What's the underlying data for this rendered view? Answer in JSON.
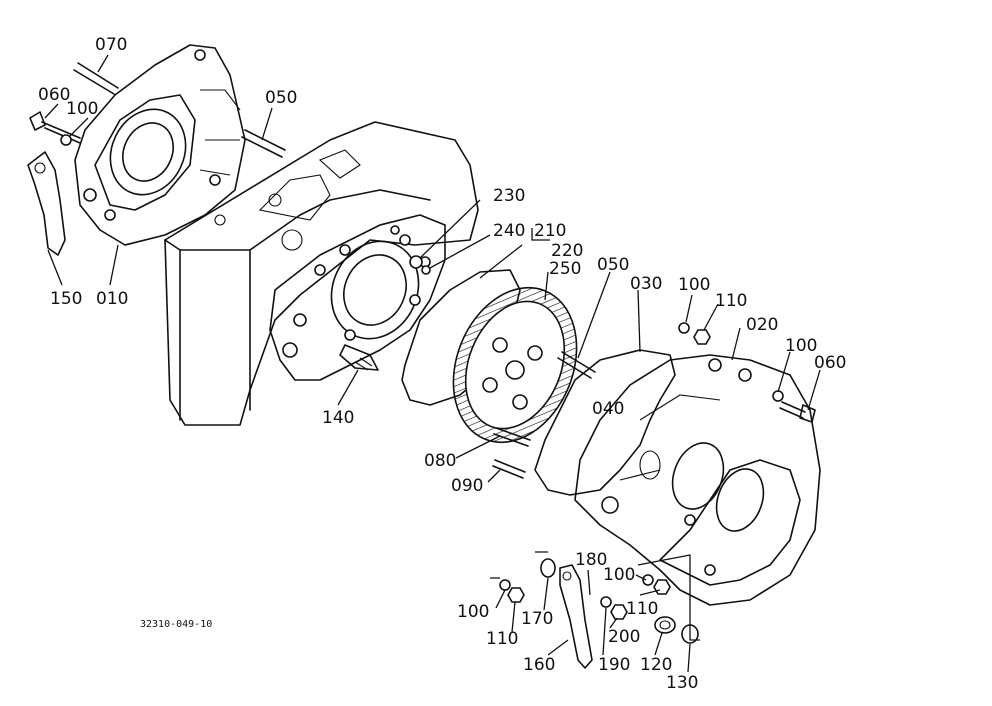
{
  "drawing_ref": "32310-049-10",
  "callouts": {
    "c070": "070",
    "c060_left": "060",
    "c100_left": "100",
    "c050_top": "050",
    "c150": "150",
    "c010": "010",
    "c230": "230",
    "c240": "240",
    "c210": "210",
    "c220": "220",
    "c250": "250",
    "c050_mid": "050",
    "c030": "030",
    "c100_mid": "100",
    "c110_mid": "110",
    "c020": "020",
    "c100_right": "100",
    "c060_right": "060",
    "c040": "040",
    "c140": "140",
    "c080": "080",
    "c090": "090",
    "c180": "180",
    "c100_low": "100",
    "c110_low": "110",
    "c100_bl": "100",
    "c110_bl": "110",
    "c170": "170",
    "c200": "200",
    "c160": "160",
    "c190": "190",
    "c120": "120",
    "c130": "130"
  }
}
